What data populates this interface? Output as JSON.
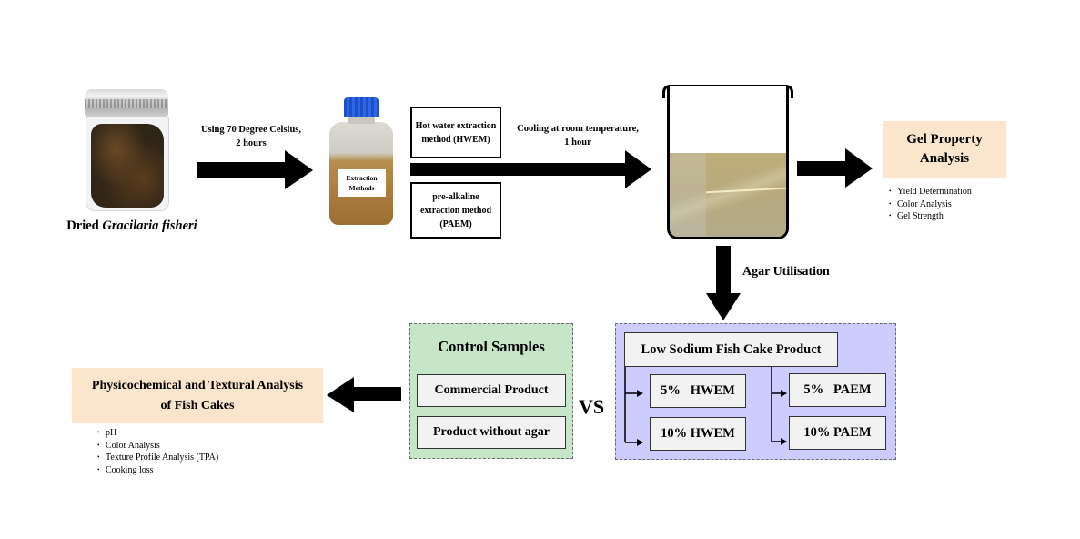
{
  "raw_material": {
    "image_icon": "seaweed-jar-icon",
    "label_prefix": "Dried ",
    "label_italic": "Gracilaria fisheri"
  },
  "step1": {
    "condition_line1": "Using 70 Degree Celsius,",
    "condition_line2": "2 hours"
  },
  "extraction": {
    "image_icon": "extraction-bottle-icon",
    "bottle_label_line1": "Extraction",
    "bottle_label_line2": "Methods",
    "methods": [
      {
        "line1": "Hot water extraction",
        "line2": "method (HWEM)",
        "line3": ""
      },
      {
        "line1": "pre-alkaline",
        "line2": "extraction method",
        "line3": "(PAEM)"
      }
    ]
  },
  "step2": {
    "condition_line1": "Cooling at room temperature,",
    "condition_line2": "1 hour"
  },
  "gel": {
    "image_icon": "beaker-gel-icon"
  },
  "gel_analysis": {
    "title_line1": "Gel Property",
    "title_line2": "Analysis",
    "items": [
      "Yield Determination",
      "Color Analysis",
      "Gel Strength"
    ]
  },
  "agar_utilisation": {
    "label": "Agar Utilisation"
  },
  "product_group": {
    "title": "Low Sodium Fish Cake Product",
    "hwem": [
      "5%   HWEM",
      "10% HWEM"
    ],
    "paem": [
      "5%   PAEM",
      "10% PAEM"
    ]
  },
  "versus": {
    "label": "VS"
  },
  "control_group": {
    "title": "Control Samples",
    "items": [
      "Commercial Product",
      "Product without agar"
    ]
  },
  "fishcake_analysis": {
    "title_line1": "Physicochemical and Textural Analysis",
    "title_line2": "of Fish Cakes",
    "items": [
      "pH",
      "Color Analysis",
      "Texture Profile Analysis (TPA)",
      "Cooking loss"
    ]
  },
  "colors": {
    "peach": "#fbe5cd",
    "control_green": "#c7e6c7",
    "product_purple": "#ccccff",
    "item_gray": "#f2f2f2",
    "arrow": "#000000"
  }
}
